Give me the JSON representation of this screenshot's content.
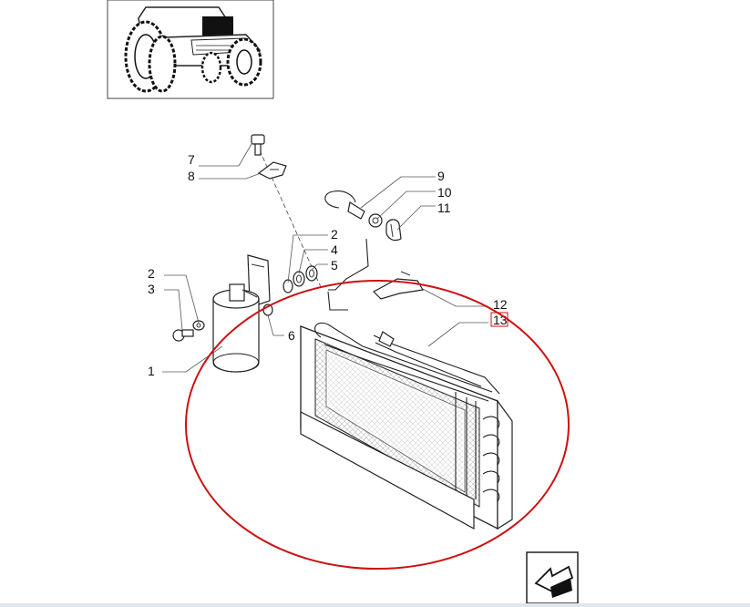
{
  "callouts": {
    "c7": "7",
    "c8": "8",
    "c9": "9",
    "c10": "10",
    "c11": "11",
    "c2a": "2",
    "c4": "4",
    "c5": "5",
    "c2b": "2",
    "c3": "3",
    "c6": "6",
    "c1": "1",
    "c12": "12",
    "c13": "13"
  },
  "colors": {
    "highlight_ellipse": "#cc1111",
    "highlight_box": "#cc1111",
    "line": "#222222"
  },
  "icons": {
    "thumbnail": "tractor-front-icon",
    "nav": "arrow-back-icon"
  }
}
